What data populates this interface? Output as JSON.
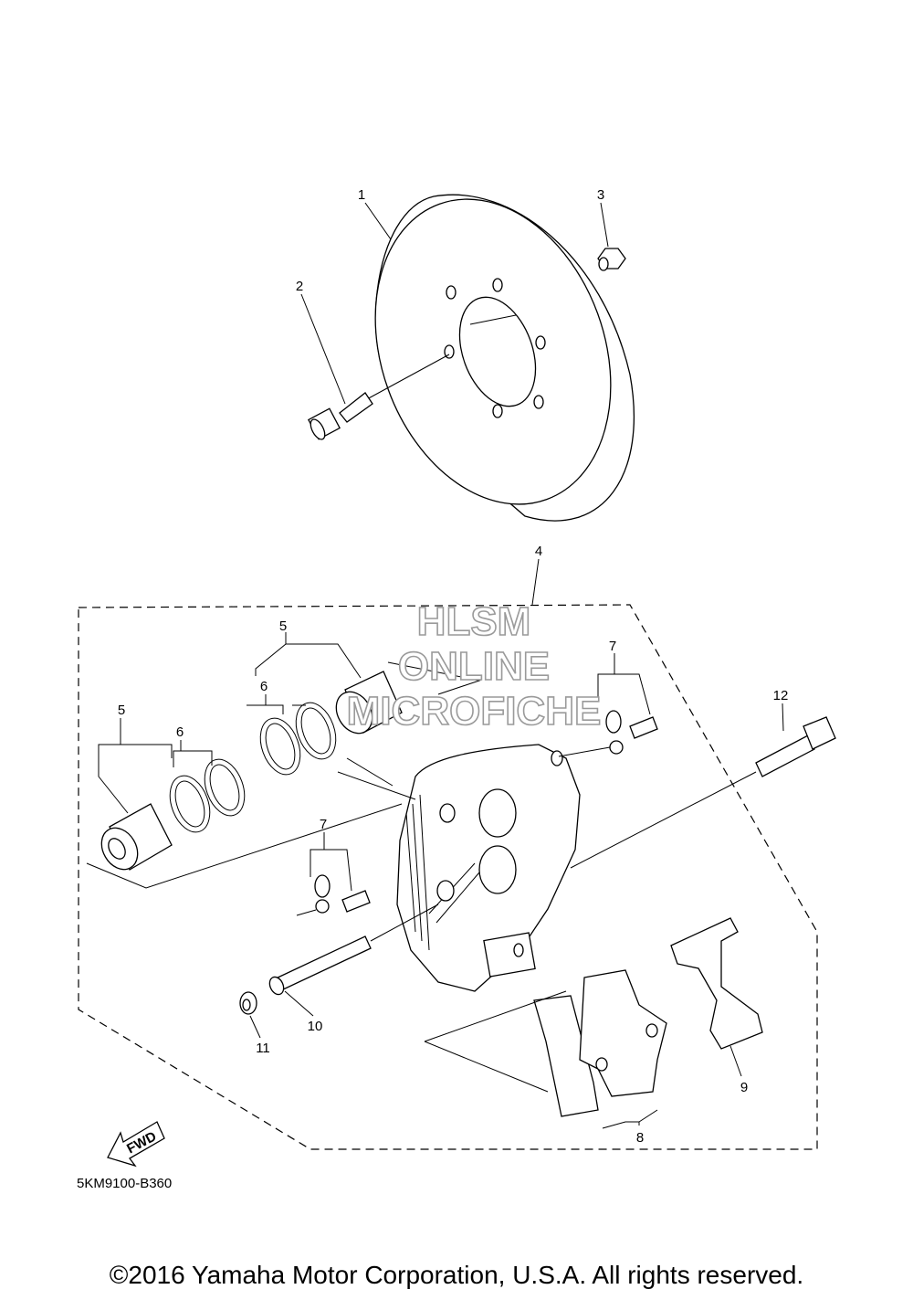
{
  "watermark": {
    "line1": "HLSM",
    "line2": "ONLINE",
    "line3": "MICROFICHE"
  },
  "callouts": [
    "1",
    "2",
    "3",
    "4",
    "5",
    "5",
    "6",
    "6",
    "7",
    "7",
    "8",
    "9",
    "10",
    "11",
    "12"
  ],
  "fwd_label": "FWD",
  "diagram_code": "5KM9100-B360",
  "copyright": "©2016 Yamaha Motor Corporation, U.S.A. All rights reserved."
}
